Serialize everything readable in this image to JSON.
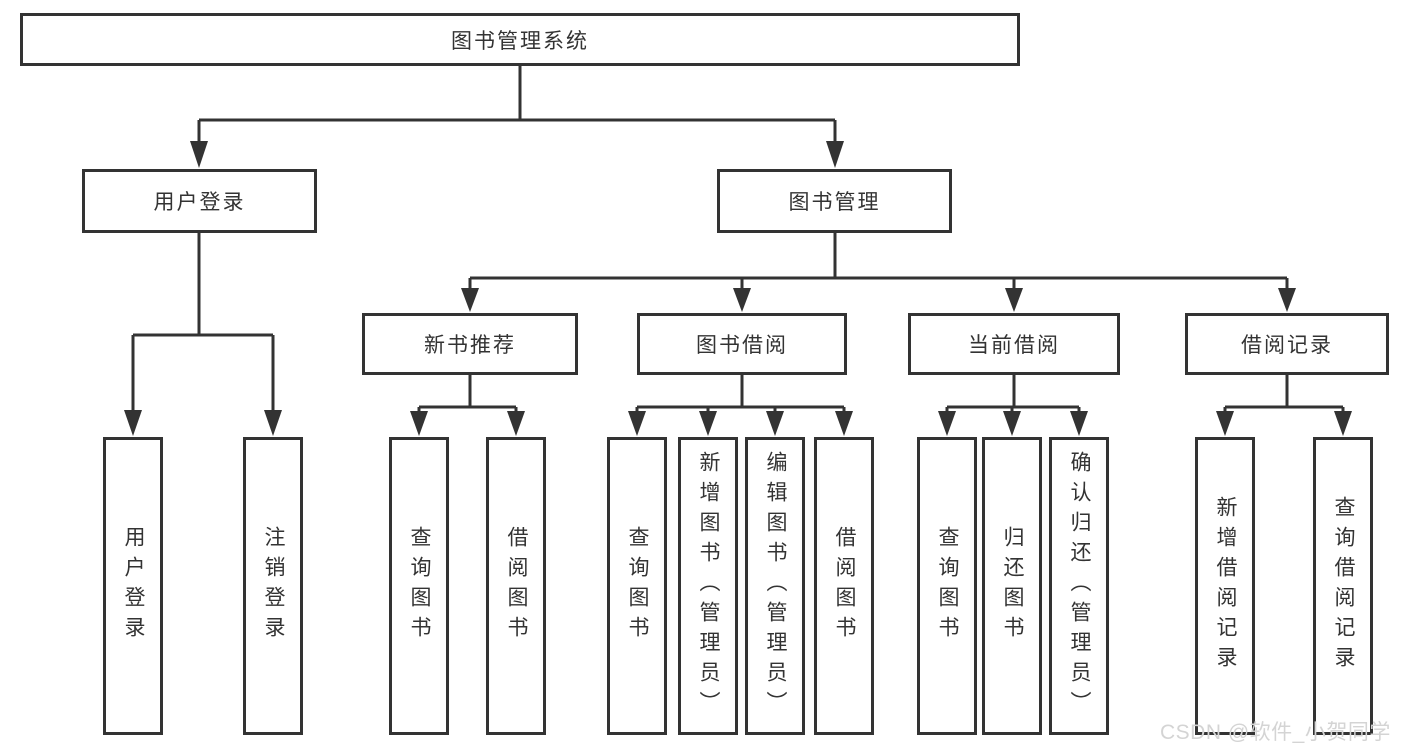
{
  "nodes": {
    "root": "图书管理系统",
    "login": "用户登录",
    "mgmt": "图书管理",
    "login_children": [
      "用户登录",
      "注销登录"
    ],
    "mgmt_children": [
      "新书推荐",
      "图书借阅",
      "当前借阅",
      "借阅记录"
    ],
    "newbook_children": [
      "查询图书",
      "借阅图书"
    ],
    "borrow_children": [
      "查询图书",
      "新增图书（管理员）",
      "编辑图书（管理员）",
      "借阅图书"
    ],
    "current_children": [
      "查询图书",
      "归还图书",
      "确认归还（管理员）"
    ],
    "record_children": [
      "新增借阅记录",
      "查询借阅记录"
    ]
  },
  "watermark": "CSDN @软件_小贺同学",
  "colors": {
    "background": "#ffffff",
    "line": "#333333",
    "box_border": "#333333",
    "text": "#333333",
    "watermark": "#d4d4d4"
  }
}
